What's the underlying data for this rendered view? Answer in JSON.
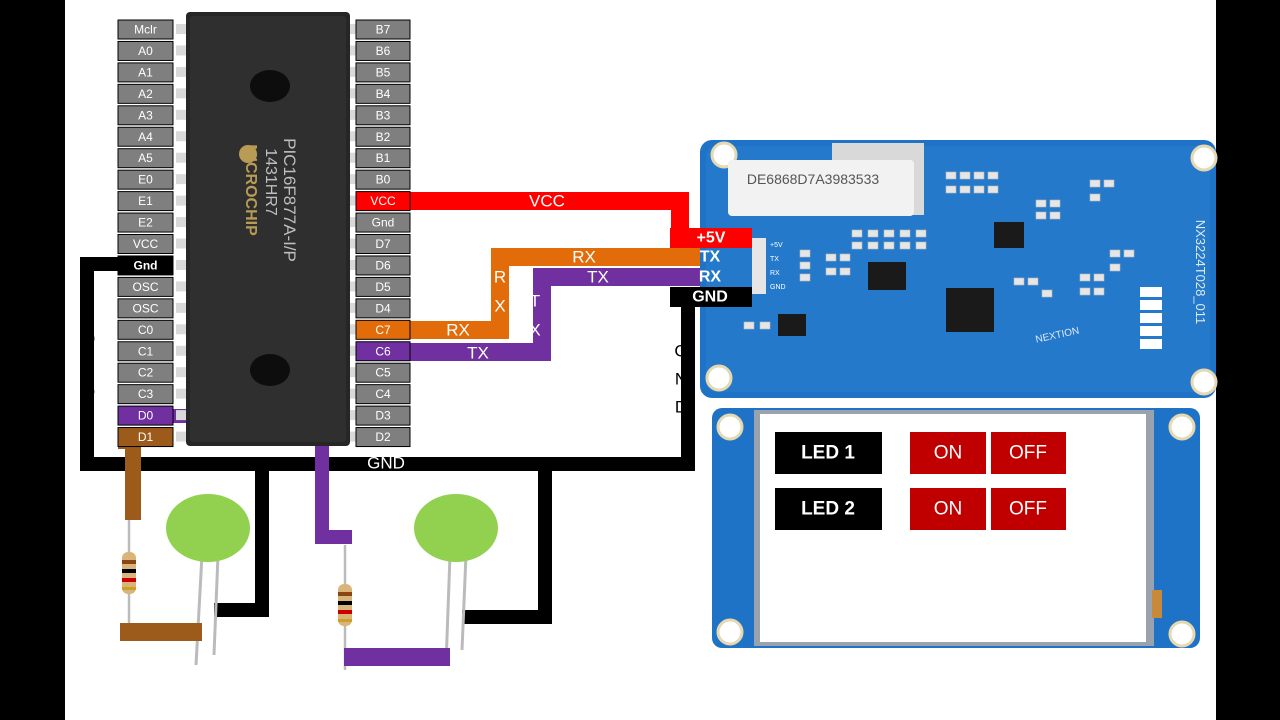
{
  "mcu": {
    "part_number": "PIC16F877A-I/P",
    "lot_code": "1431HR7",
    "brand": "MICROCHIP",
    "left_pins": [
      "Mclr",
      "A0",
      "A1",
      "A2",
      "A3",
      "A4",
      "A5",
      "E0",
      "E1",
      "E2",
      "VCC",
      "Gnd",
      "OSC",
      "OSC",
      "C0",
      "C1",
      "C2",
      "C3",
      "D0",
      "D1"
    ],
    "right_pins": [
      "B7",
      "B6",
      "B5",
      "B4",
      "B3",
      "B2",
      "B1",
      "B0",
      "VCC",
      "Gnd",
      "D7",
      "D6",
      "D5",
      "D4",
      "C7",
      "C6",
      "C5",
      "C4",
      "D3",
      "D2"
    ]
  },
  "wires": {
    "vcc": "VCC",
    "rx_h": "RX",
    "rx_v1": "R",
    "rx_v2": "X",
    "tx_h": "TX",
    "tx_v1": "T",
    "tx_v2": "X",
    "c7_rx": "RX",
    "c6_tx": "TX",
    "gnd_bottom": "GND",
    "gnd_left": [
      "G",
      "N",
      "D"
    ],
    "gnd_right": [
      "G",
      "N",
      "D"
    ]
  },
  "module_pins": {
    "plus5v": "+5V",
    "tx": "TX",
    "rx": "RX",
    "gnd": "GND"
  },
  "display_board": {
    "serial": "DE6868D7A3983533",
    "model": "NX3224T028_011",
    "brand": "NEXTION",
    "silk_pins": [
      "+5V",
      "TX",
      "RX",
      "GND"
    ]
  },
  "screen": {
    "rows": [
      {
        "label": "LED 1",
        "on": "ON",
        "off": "OFF"
      },
      {
        "label": "LED 2",
        "on": "ON",
        "off": "OFF"
      }
    ]
  },
  "colors": {
    "vcc_wire": "#ff0000",
    "rx_wire": "#e36c0a",
    "tx_wire": "#7030a0",
    "gnd_wire": "#000000",
    "d1_wire": "#9c5b1b",
    "pcb_blue": "#1f73c6",
    "led_green": "#92d050",
    "button_red": "#c00000"
  }
}
